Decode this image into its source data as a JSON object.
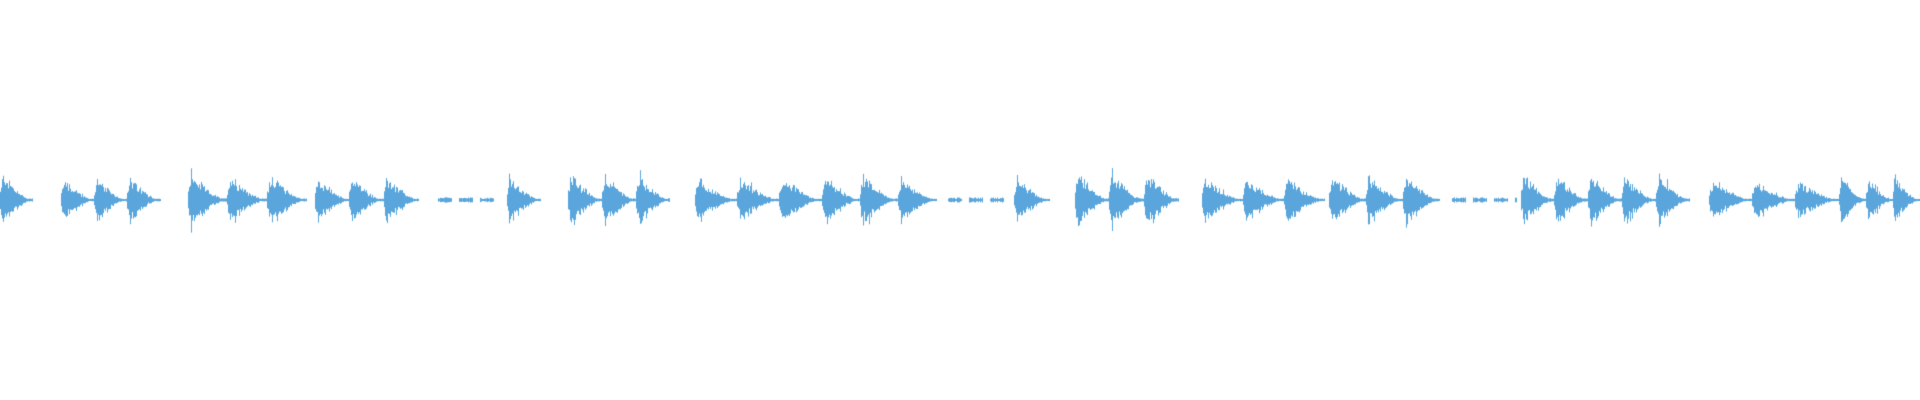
{
  "waveform": {
    "color": "#5aa6dc",
    "background": "#ffffff",
    "segments": [
      {
        "start": 0.0,
        "end": 0.017,
        "amp": 0.95,
        "shape": "decay",
        "bursts": 1
      },
      {
        "start": 0.032,
        "end": 0.084,
        "amp": 0.8,
        "shape": "decay",
        "bursts": 3
      },
      {
        "start": 0.098,
        "end": 0.16,
        "amp": 0.95,
        "shape": "decay",
        "bursts": 3
      },
      {
        "start": 0.164,
        "end": 0.218,
        "amp": 0.85,
        "shape": "decay",
        "bursts": 3
      },
      {
        "start": 0.228,
        "end": 0.26,
        "amp": 0.03,
        "shape": "dashes",
        "bursts": 1
      },
      {
        "start": 0.264,
        "end": 0.282,
        "amp": 0.85,
        "shape": "decay",
        "bursts": 1
      },
      {
        "start": 0.296,
        "end": 0.349,
        "amp": 1.0,
        "shape": "decay",
        "bursts": 3
      },
      {
        "start": 0.362,
        "end": 0.428,
        "amp": 0.8,
        "shape": "decay",
        "bursts": 3
      },
      {
        "start": 0.428,
        "end": 0.488,
        "amp": 0.85,
        "shape": "decay",
        "bursts": 3
      },
      {
        "start": 0.494,
        "end": 0.526,
        "amp": 0.03,
        "shape": "dashes",
        "bursts": 1
      },
      {
        "start": 0.528,
        "end": 0.547,
        "amp": 0.85,
        "shape": "decay",
        "bursts": 1
      },
      {
        "start": 0.56,
        "end": 0.614,
        "amp": 1.05,
        "shape": "decay",
        "bursts": 3
      },
      {
        "start": 0.626,
        "end": 0.69,
        "amp": 0.85,
        "shape": "decay",
        "bursts": 3
      },
      {
        "start": 0.692,
        "end": 0.75,
        "amp": 0.95,
        "shape": "decay",
        "bursts": 3
      },
      {
        "start": 0.756,
        "end": 0.79,
        "amp": 0.03,
        "shape": "dashes",
        "bursts": 1
      },
      {
        "start": 0.792,
        "end": 0.88,
        "amp": 0.95,
        "shape": "decay",
        "bursts": 5
      },
      {
        "start": 0.89,
        "end": 0.958,
        "amp": 0.75,
        "shape": "decay",
        "bursts": 3
      },
      {
        "start": 0.958,
        "end": 1.0,
        "amp": 0.85,
        "shape": "decay",
        "bursts": 3
      }
    ]
  }
}
